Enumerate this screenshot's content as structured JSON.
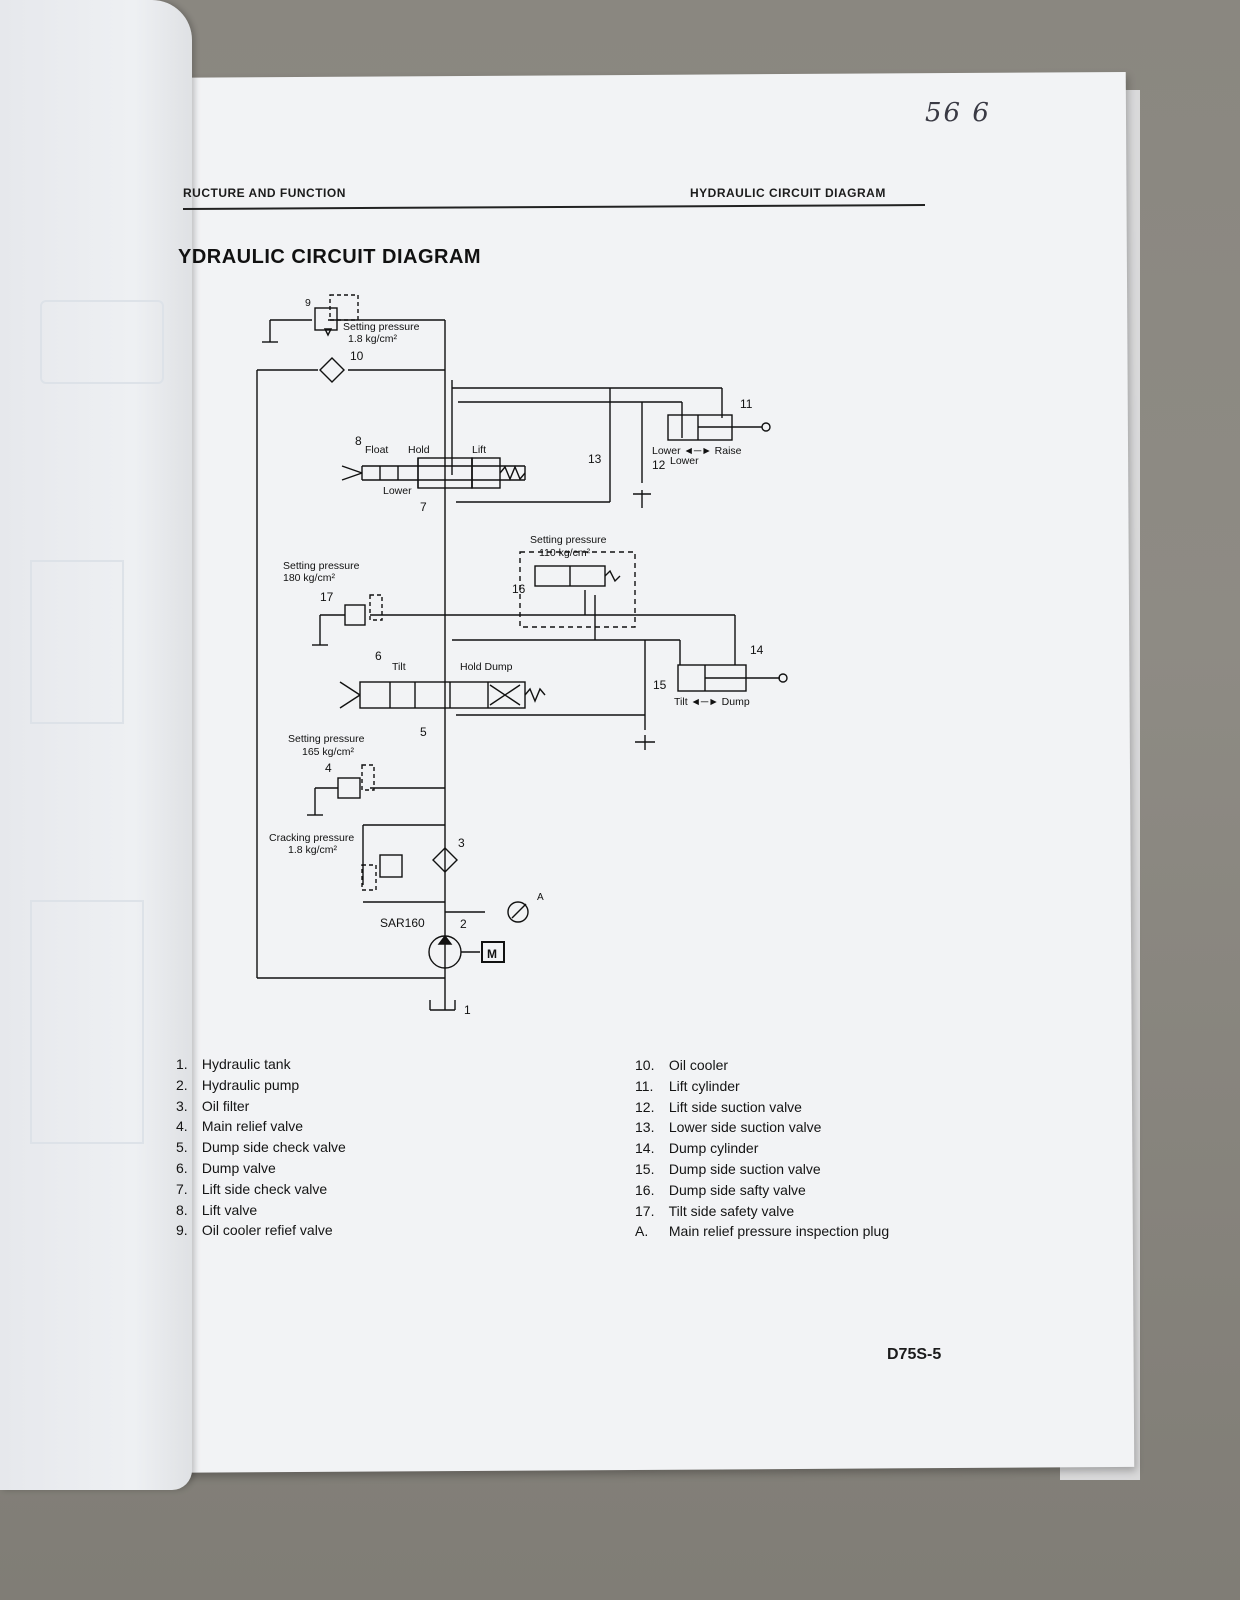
{
  "page": {
    "header_left": "RUCTURE AND FUNCTION",
    "header_right": "HYDRAULIC CIRCUIT DIAGRAM",
    "title": "YDRAULIC CIRCUIT DIAGRAM",
    "handwritten_note": "56 6",
    "page_code": "D75S-5"
  },
  "diagram": {
    "labels": {
      "n1": "1",
      "n2": "2",
      "n3": "3",
      "n4": "4",
      "n5": "5",
      "n6": "6",
      "n7": "7",
      "n8": "8",
      "n9": "9",
      "n10": "10",
      "n11": "11",
      "n12": "12",
      "n13": "13",
      "n14": "14",
      "n15": "15",
      "n16": "16",
      "n17": "17",
      "nA": "A",
      "setting_pressure": "Setting pressure",
      "p9": "1.8 kg/cm²",
      "p17": "180 kg/cm²",
      "p16": "110 kg/cm²",
      "p4": "165 kg/cm²",
      "cracking_pressure": "Cracking pressure",
      "p_crack": "1.8 kg/cm²",
      "float": "Float",
      "hold": "Hold",
      "lift": "Lift",
      "lower": "Lower",
      "tilt": "Tilt",
      "hold_dump": "Hold Dump",
      "lower_raise": "Lower ◄─► Raise",
      "lower2": "Lower",
      "tilt_dump": "Tilt ◄─► Dump",
      "pump_model": "SAR160",
      "motor": "M"
    }
  },
  "legend": {
    "left": [
      {
        "num": "1.",
        "text": "Hydraulic tank"
      },
      {
        "num": "2.",
        "text": "Hydraulic pump"
      },
      {
        "num": "3.",
        "text": "Oil filter"
      },
      {
        "num": "4.",
        "text": "Main relief valve"
      },
      {
        "num": "5.",
        "text": "Dump side check valve"
      },
      {
        "num": "6.",
        "text": "Dump valve"
      },
      {
        "num": "7.",
        "text": "Lift side check valve"
      },
      {
        "num": "8.",
        "text": "Lift valve"
      },
      {
        "num": "9.",
        "text": "Oil cooler refief valve"
      }
    ],
    "right": [
      {
        "num": "10.",
        "text": "Oil cooler"
      },
      {
        "num": "11.",
        "text": "Lift cylinder"
      },
      {
        "num": "12.",
        "text": "Lift side suction valve"
      },
      {
        "num": "13.",
        "text": "Lower side suction valve"
      },
      {
        "num": "14.",
        "text": "Dump cylinder"
      },
      {
        "num": "15.",
        "text": "Dump side suction valve"
      },
      {
        "num": "16.",
        "text": "Dump side safty valve"
      },
      {
        "num": "17.",
        "text": "Tilt side safety valve"
      },
      {
        "num": "A.",
        "text": "Main relief pressure inspection plug"
      }
    ]
  }
}
